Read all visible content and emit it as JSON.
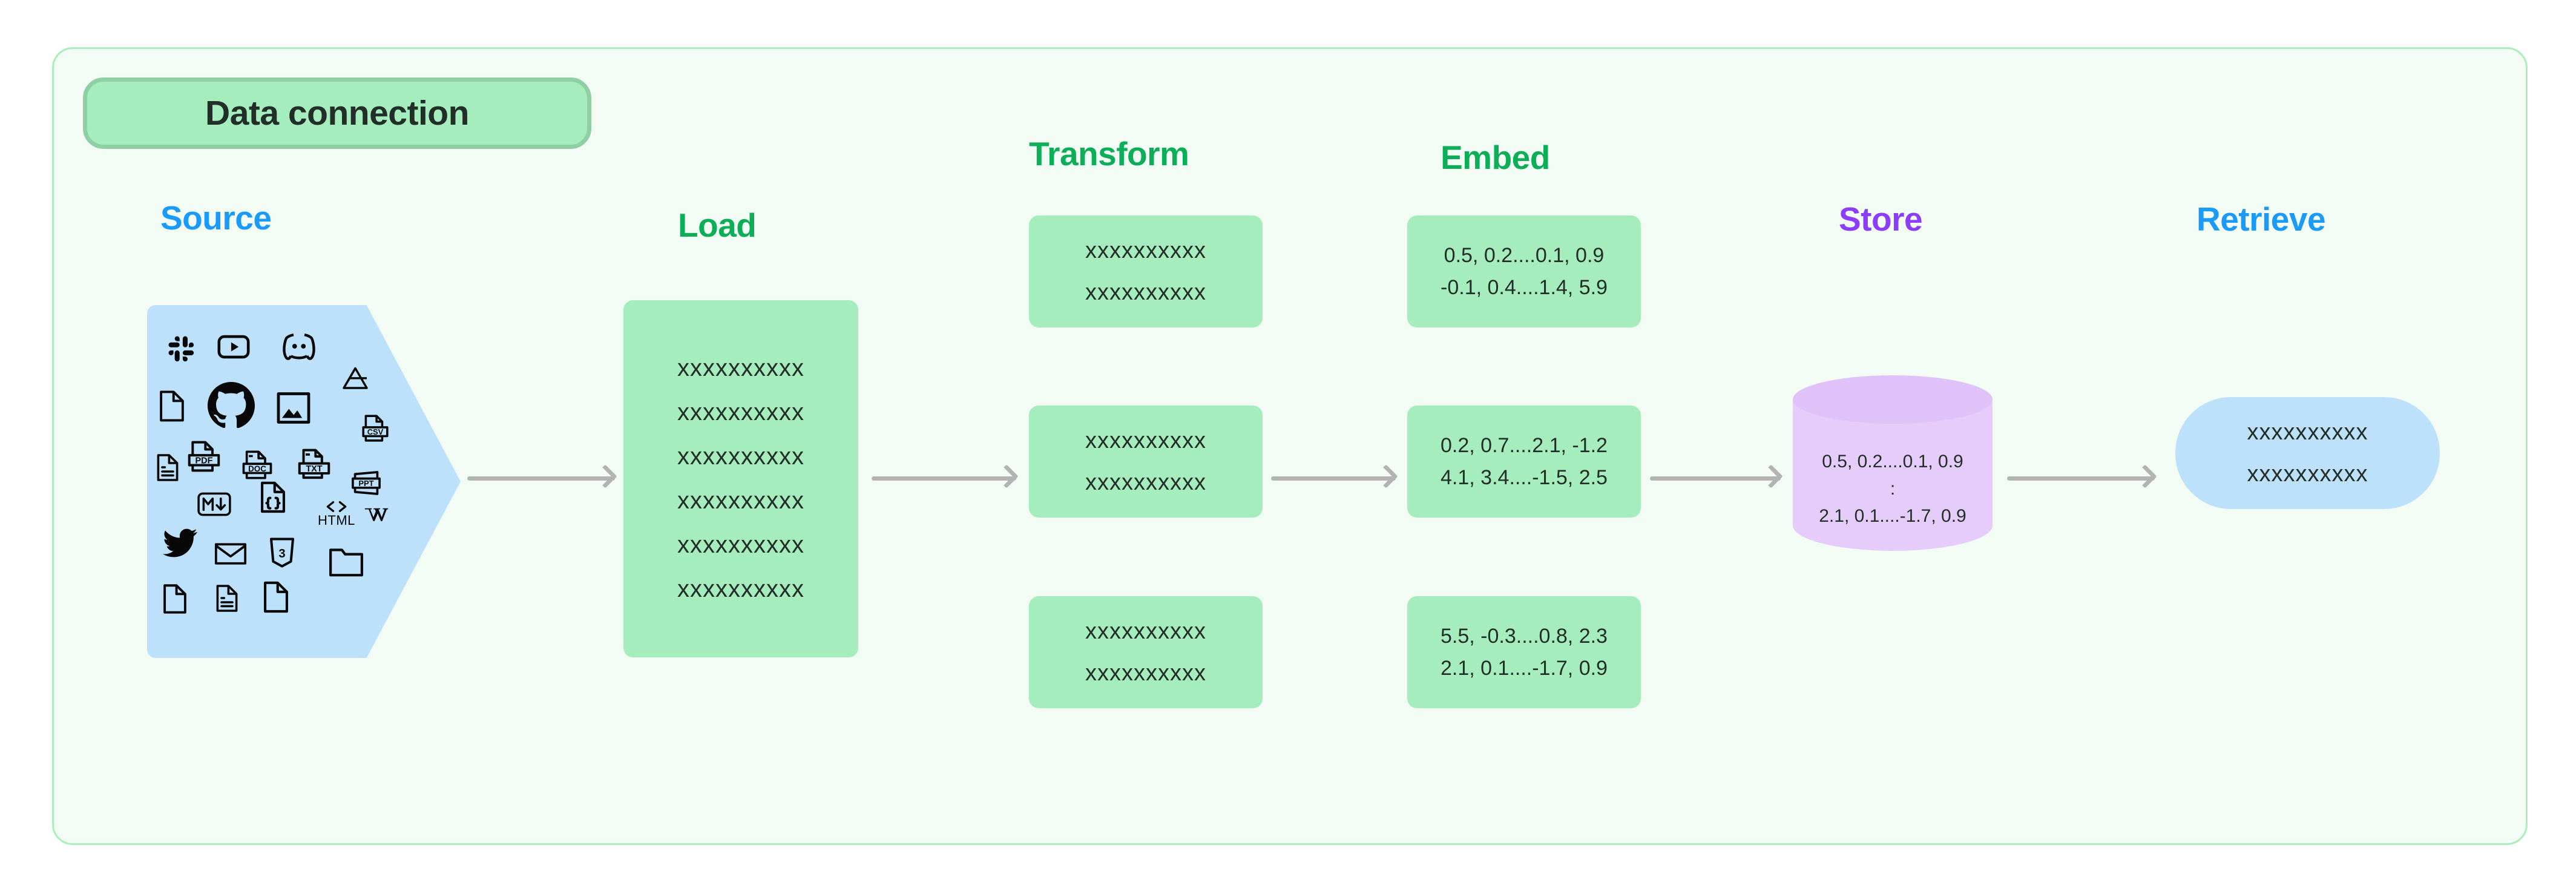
{
  "diagram": {
    "badge_label": "Data connection",
    "background_color": "#f2fcf4",
    "border_color": "#aaeebb",
    "arrow_color": "#b3b3b3"
  },
  "stages": [
    {
      "key": "source",
      "label": "Source",
      "color": "#1a9bfc"
    },
    {
      "key": "load",
      "label": "Load",
      "color": "#0cae58"
    },
    {
      "key": "transform",
      "label": "Transform",
      "color": "#0cae58"
    },
    {
      "key": "embed",
      "label": "Embed",
      "color": "#0cae58"
    },
    {
      "key": "store",
      "label": "Store",
      "color": "#8b3dfb"
    },
    {
      "key": "retrieve",
      "label": "Retrieve",
      "color": "#1a9bfc"
    }
  ],
  "source": {
    "shape_color": "#bde1fa",
    "icons": [
      "slack-icon",
      "youtube-icon",
      "discord-icon",
      "file-blank-icon",
      "github-icon",
      "image-icon",
      "google-drive-icon",
      "file-text-lines-icon",
      "pdf-file-icon",
      "doc-file-icon",
      "txt-file-icon",
      "csv-file-icon",
      "ppt-file-icon",
      "markdown-icon",
      "json-file-icon",
      "html-icon",
      "wikipedia-icon",
      "twitter-icon",
      "email-icon",
      "css3-icon",
      "folder-icon",
      "file-blank-2-icon",
      "file-text-lines-2-icon",
      "file-blank-3-icon"
    ]
  },
  "load": {
    "box_color": "#a6edbd",
    "lines": [
      "xxxxxxxxxx",
      "xxxxxxxxxx",
      "xxxxxxxxxx",
      "xxxxxxxxxx",
      "xxxxxxxxxx",
      "xxxxxxxxxx"
    ]
  },
  "transform": {
    "box_color": "#a6edbd",
    "boxes": [
      {
        "lines": [
          "xxxxxxxxxx",
          "xxxxxxxxxx"
        ]
      },
      {
        "lines": [
          "xxxxxxxxxx",
          "xxxxxxxxxx"
        ]
      },
      {
        "lines": [
          "xxxxxxxxxx",
          "xxxxxxxxxx"
        ]
      }
    ]
  },
  "embed": {
    "box_color": "#a6edbd",
    "boxes": [
      {
        "lines": [
          "0.5, 0.2....0.1, 0.9",
          "-0.1, 0.4....1.4, 5.9"
        ]
      },
      {
        "lines": [
          "0.2, 0.7....2.1, -1.2",
          "4.1, 3.4....-1.5, 2.5"
        ]
      },
      {
        "lines": [
          "5.5, -0.3....0.8, 2.3",
          "2.1, 0.1....-1.7, 0.9"
        ]
      }
    ]
  },
  "store": {
    "cylinder_color": "#e6ccfb",
    "cylinder_top_color": "#e0c2f9",
    "lines": [
      "0.5, 0.2....0.1, 0.9",
      ":",
      "2.1, 0.1....-1.7, 0.9"
    ]
  },
  "retrieve": {
    "box_color": "#bde1fa",
    "lines": [
      "xxxxxxxxxx",
      "xxxxxxxxxx"
    ]
  },
  "arrows": [
    {
      "name": "arrow-source-to-load"
    },
    {
      "name": "arrow-load-to-transform"
    },
    {
      "name": "arrow-transform-to-embed"
    },
    {
      "name": "arrow-embed-to-store"
    },
    {
      "name": "arrow-store-to-retrieve"
    }
  ]
}
